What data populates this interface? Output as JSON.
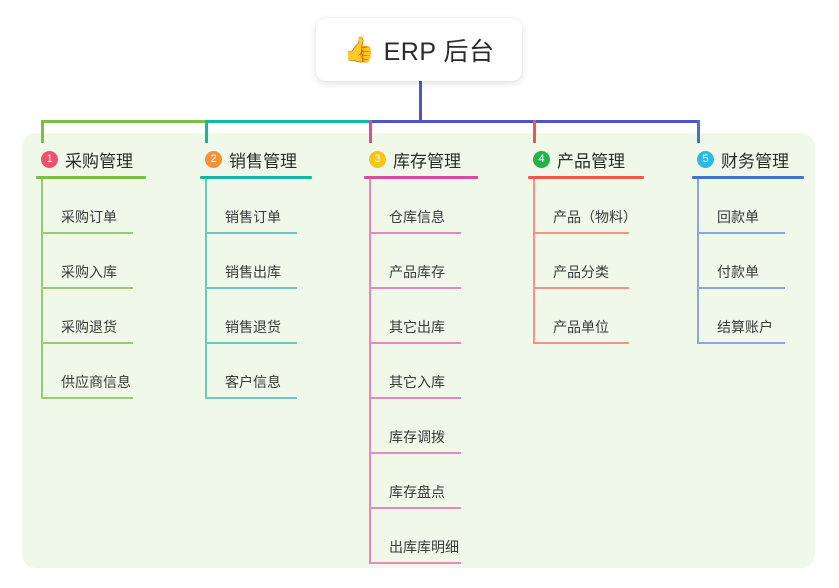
{
  "root": {
    "icon": "thumbs-up-emoji",
    "emoji": "👍",
    "title": "ERP 后台"
  },
  "theme": {
    "page_background": "#ffffff",
    "panel_background": "#eff8e9",
    "root_card_background": "#ffffff",
    "root_title_color": "#2b2b2b",
    "bus_left_color": "#7ac143",
    "bus_mid_color": "#12b8a4",
    "bus_right_color": "#4f55c9",
    "root_stem_color": "#4f55c9"
  },
  "columns": [
    {
      "number": "1",
      "title": "采购管理",
      "badge_color": "#f0506e",
      "line_color": "#7ac143",
      "leaf_line_color": "#9ac97a",
      "items": [
        "采购订单",
        "采购入库",
        "采购退货",
        "供应商信息"
      ]
    },
    {
      "number": "2",
      "title": "销售管理",
      "badge_color": "#f39237",
      "line_color": "#12b8a4",
      "leaf_line_color": "#6ec9bd",
      "items": [
        "销售订单",
        "销售出库",
        "销售退货",
        "客户信息"
      ]
    },
    {
      "number": "3",
      "title": "库存管理",
      "badge_color": "#f5c518",
      "line_color": "#e0489f",
      "leaf_line_color": "#e887ba",
      "items": [
        "仓库信息",
        "产品库存",
        "其它出库",
        "其它入库",
        "库存调拨",
        "库存盘点",
        "出库库明细"
      ]
    },
    {
      "number": "4",
      "title": "产品管理",
      "badge_color": "#23b24b",
      "line_color": "#f4564a",
      "leaf_line_color": "#f6918a",
      "items": [
        "产品（物料）",
        "产品分类",
        "产品单位"
      ]
    },
    {
      "number": "5",
      "title": "财务管理",
      "badge_color": "#2eb8e6",
      "line_color": "#4472d0",
      "leaf_line_color": "#8ba6dd",
      "items": [
        "回款单",
        "付款单",
        "结算账户"
      ]
    }
  ]
}
